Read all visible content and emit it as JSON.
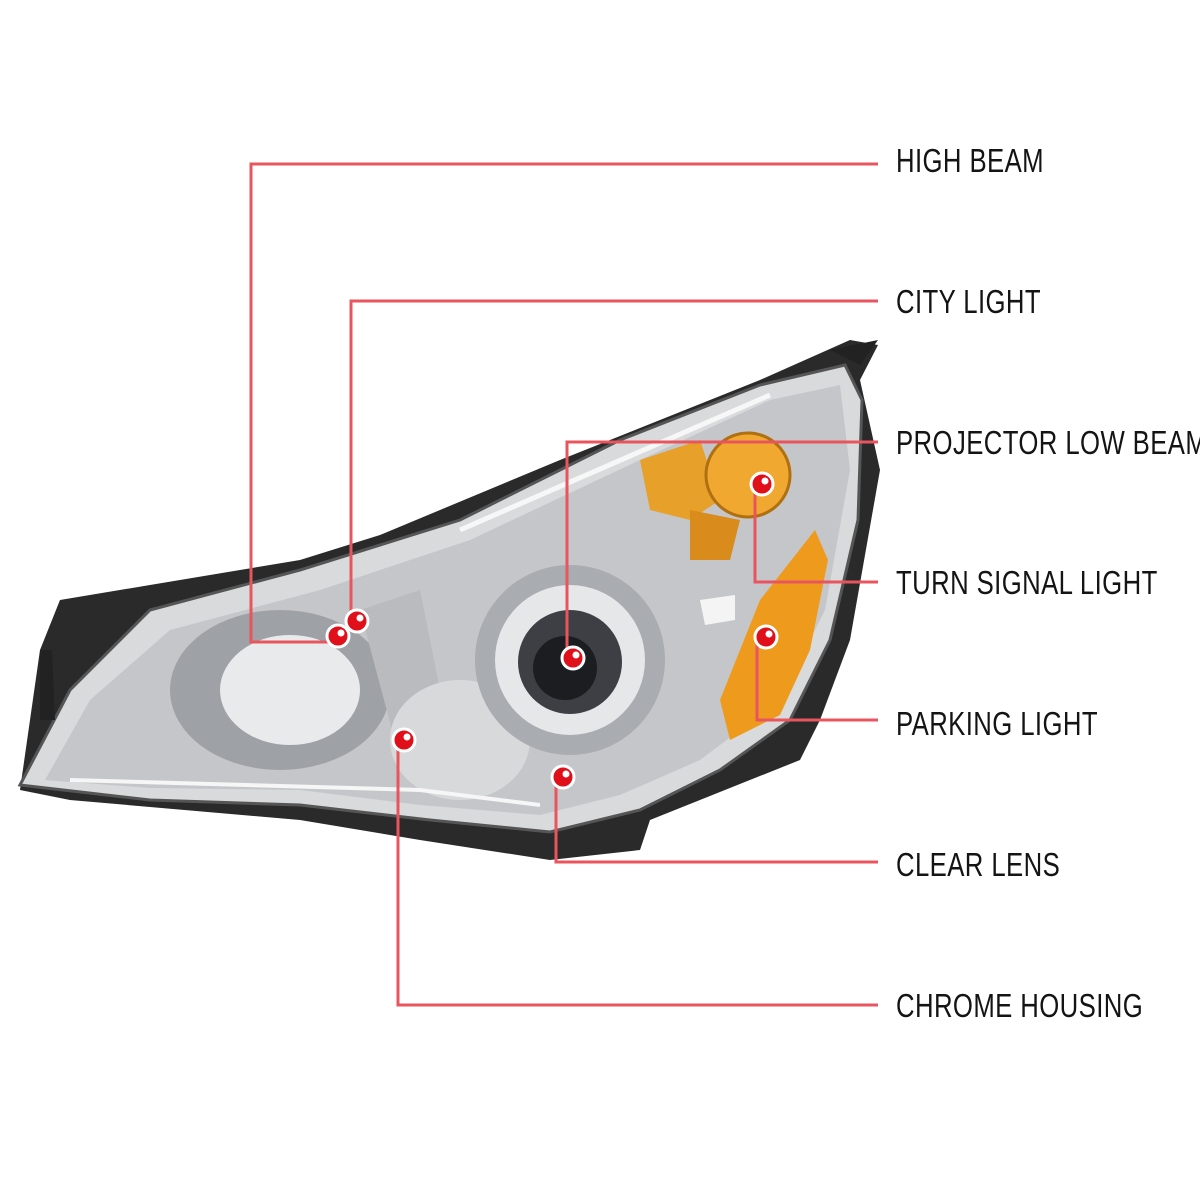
{
  "accent_line_color": "#e8555e",
  "dot_color": "#e0101a",
  "callouts": [
    {
      "id": "high-beam",
      "label": "HIGH BEAM"
    },
    {
      "id": "city-light",
      "label": "CITY LIGHT"
    },
    {
      "id": "projector-low-beam",
      "label": "PROJECTOR LOW BEAM"
    },
    {
      "id": "turn-signal-light",
      "label": "TURN SIGNAL LIGHT"
    },
    {
      "id": "parking-light",
      "label": "PARKING LIGHT"
    },
    {
      "id": "clear-lens",
      "label": "CLEAR LENS"
    },
    {
      "id": "chrome-housing",
      "label": "CHROME HOUSING"
    }
  ]
}
